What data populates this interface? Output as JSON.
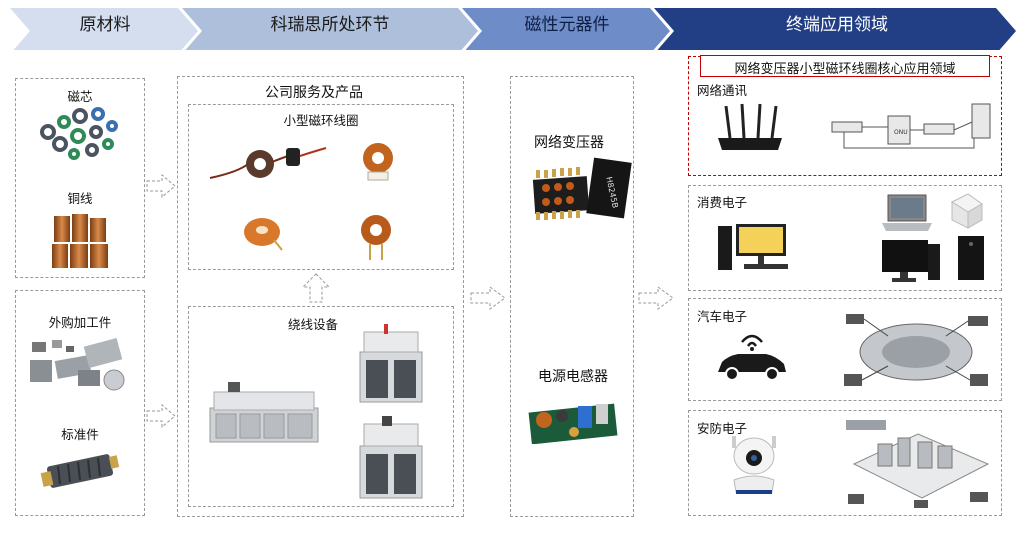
{
  "stages": [
    {
      "label": "原材料"
    },
    {
      "label": "科瑞思所处环节"
    },
    {
      "label": "磁性元器件"
    },
    {
      "label": "终端应用领域"
    }
  ],
  "raw": {
    "core_label": "磁芯",
    "copper_label": "铜线",
    "outsourced_label": "外购加工件",
    "standard_label": "标准件"
  },
  "company": {
    "title": "公司服务及产品",
    "coil_title": "小型磁环线圈",
    "winding_title": "绕线设备"
  },
  "components": {
    "transformer_label": "网络变压器",
    "inductor_label": "电源电感器"
  },
  "terminal": {
    "highlight": "网络变压器小型磁环线圈核心应用领域",
    "network": "网络通讯",
    "consumer": "消费电子",
    "auto": "汽车电子",
    "security": "安防电子"
  },
  "colors": {
    "chev1": "#d4deef",
    "chev2": "#aebfdc",
    "chev3": "#6d8cc8",
    "chev4": "#223f86",
    "highlight_border": "#c00000"
  }
}
